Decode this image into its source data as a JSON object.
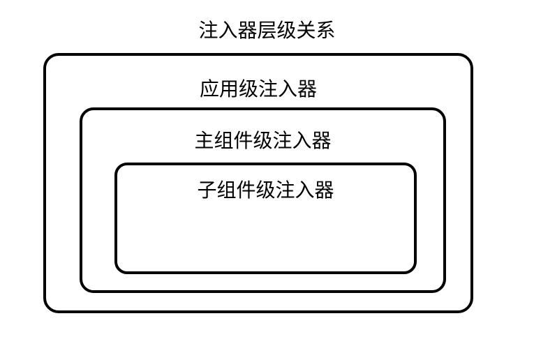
{
  "diagram": {
    "title": "注入器层级关系",
    "levels": [
      {
        "label": "应用级注入器"
      },
      {
        "label": "主组件级注入器"
      },
      {
        "label": "子组件级注入器"
      }
    ]
  }
}
